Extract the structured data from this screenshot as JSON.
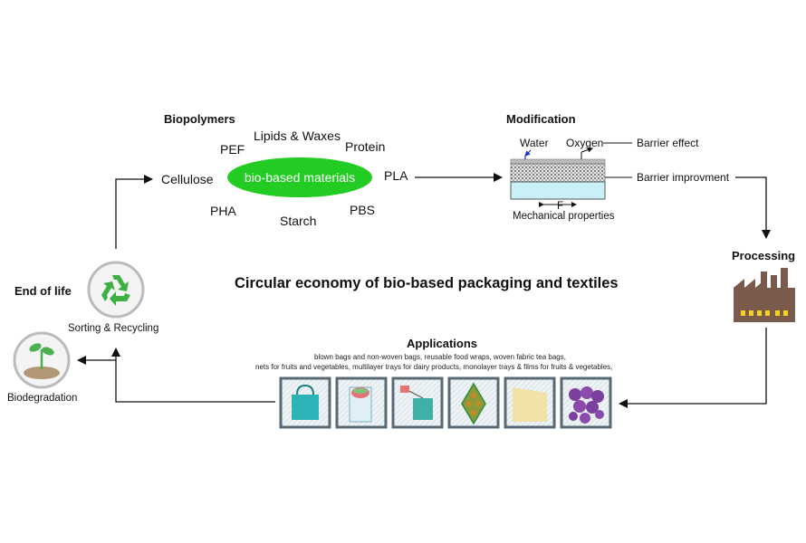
{
  "title": "Circular economy of bio-based packaging and textiles",
  "biopolymers": {
    "heading": "Biopolymers",
    "center_label": "bio-based materials",
    "items": [
      "Lipids & Waxes",
      "PEF",
      "Protein",
      "Cellulose",
      "PLA",
      "PHA",
      "Starch",
      "PBS"
    ]
  },
  "modification": {
    "heading": "Modification",
    "water": "Water",
    "oxygen": "Oxygen",
    "barrier_effect": "Barrier effect",
    "barrier_improvement": "Barrier improvment",
    "force": "F",
    "mechanical": "Mechanical properties"
  },
  "processing": {
    "heading": "Processing"
  },
  "applications": {
    "heading": "Applications",
    "line1": "blown bags and non-woven bags, reusable food wraps, woven fabric tea bags,",
    "line2": "nets for fruits and vegetables, multilayer trays for dairy products,  monolayer trays & films for fruits & vegetables,",
    "icons": [
      "shopping-bag-icon",
      "food-wrap-icon",
      "tea-bag-icon",
      "produce-net-icon",
      "dairy-tray-icon",
      "grapes-film-icon"
    ]
  },
  "end_of_life": {
    "heading": "End of life",
    "sorting": "Sorting & Recycling",
    "biodegradation": "Biodegradation"
  },
  "colors": {
    "ellipse_green": "#22cc22",
    "recycle_green": "#3cb043",
    "layer_blue": "#c8f0f6",
    "factory_brown": "#7a5a4a",
    "window_yellow": "#f5d020",
    "bag_teal": "#2bb3b8",
    "grape_purple": "#7b3f9e"
  }
}
